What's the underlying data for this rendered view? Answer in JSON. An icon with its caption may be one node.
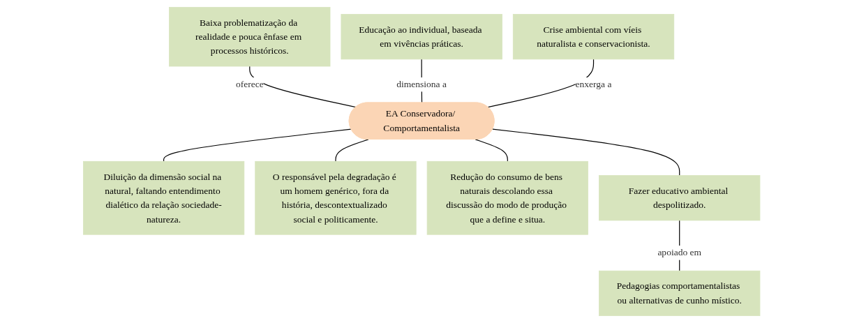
{
  "diagram": {
    "nodes": [
      {
        "text": [
          "EA Conservadora/ Comportamentalista"
        ]
      },
      {
        "text": [
          "Baixa problematização da realidade e pouca ênfase em processos históricos."
        ]
      },
      {
        "text": [
          "Educação ao individual, baseada em vivências práticas."
        ]
      },
      {
        "text": [
          "Crise ambiental com víeis naturalista e conservacionista."
        ]
      },
      {
        "text": [
          "Diluição da dimensão social na natural, faltando entendimento dialético da relação sociedade-natureza."
        ]
      },
      {
        "text": [
          "O responsável pela degradação é um homem genérico, fora da história, descontextualizado social e politicamente."
        ]
      },
      {
        "text": [
          "Redução do consumo de bens naturais descolando essa discussão do modo de produção que a define e situa."
        ]
      },
      {
        "text": [
          "Fazer educativo ambiental despolitizado."
        ]
      },
      {
        "text": [
          "Pedagogias comportamentalistas ou alternativas de cunho místico."
        ]
      }
    ],
    "edges": [
      {
        "from": 1,
        "to": 0,
        "arrow": "none",
        "label": "oferece"
      },
      {
        "from": 2,
        "to": 0,
        "arrow": "none",
        "label": "dimensiona a"
      },
      {
        "from": 3,
        "to": 0,
        "arrow": "none",
        "label": "enxerga a"
      },
      {
        "from": 0,
        "to": 4,
        "arrow": "none"
      },
      {
        "from": 0,
        "to": 5,
        "arrow": "none"
      },
      {
        "from": 0,
        "to": 6,
        "arrow": "none"
      },
      {
        "from": 0,
        "to": 7,
        "arrow": "none"
      },
      {
        "from": 7,
        "to": 8,
        "arrow": "none",
        "label": "apoiado em"
      }
    ]
  }
}
